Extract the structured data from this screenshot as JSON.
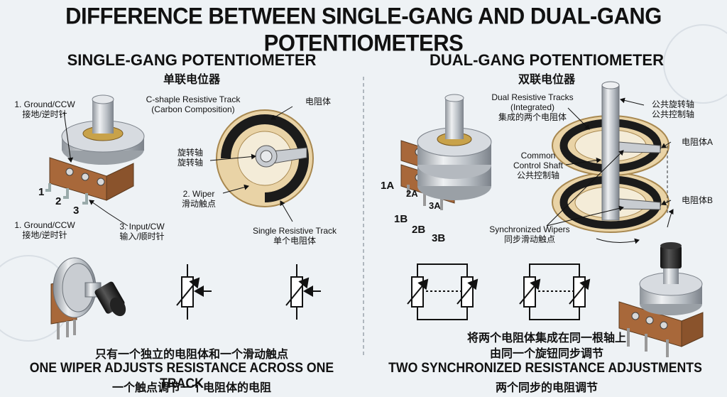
{
  "title": "DIFFERENCE BETWEEN SINGLE-GANG AND DUAL-GANG POTENTIOMETERS",
  "left": {
    "heading": "SINGLE-GANG POTENTIOMETER",
    "heading_zh": "单联电位器",
    "label_ground_top": "1. Ground/CCW",
    "label_ground_top_zh": "接地/逆时针",
    "label_ground_bottom": "1. Ground/CCW",
    "label_ground_bottom_zh": "接地/逆时针",
    "label_input": "3. Input/CW",
    "label_input_zh": "输入/顺时针",
    "pin_1": "1",
    "pin_2": "2",
    "pin_3": "3",
    "track_label": "C-shaple Resistive Track",
    "track_label_2": "(Carbon Composition)",
    "track_label_zh": "电阻体",
    "shaft_label_zh": "旋转轴",
    "shaft_label_zh_2": "旋转轴",
    "wiper_label": "2. Wiper",
    "wiper_label_zh": "滑动触点",
    "single_track": "Single Resistive Track",
    "single_track_zh": "单个电阻体",
    "caption_zh": "只有一个独立的电阻体和一个滑动触点",
    "caption_en": "ONE WIPER ADJUSTS RESISTANCE ACROSS ONE TRACK",
    "caption_en_zh": "一个触点调节一个电阻体的电阻"
  },
  "right": {
    "heading": "DUAL-GANG POTENTIOMETER",
    "heading_zh": "双联电位器",
    "pins": [
      "1A",
      "2A",
      "3A",
      "1B",
      "2B",
      "3B"
    ],
    "dual_tracks": "Dual Resistive Tracks",
    "dual_tracks_2": "(Integrated)",
    "dual_tracks_zh": "集成的两个电阻体",
    "shaft_zh_1": "公共旋转轴",
    "shaft_zh_2": "公共控制轴",
    "common_shaft": "Common",
    "common_shaft_2": "Control Shaft",
    "common_shaft_zh": "公共控制轴",
    "track_a_zh": "电阻体A",
    "track_b_zh": "电阻体B",
    "sync_wipers": "Synchronized Wipers",
    "sync_wipers_zh": "同步滑动触点",
    "caption_zh_1": "将两个电阻体集成在同一根轴上",
    "caption_zh_2": "由同一个旋钮同步调节",
    "caption_en": "TWO SYNCHRONIZED RESISTANCE ADJUSTMENTS",
    "caption_en_zh": "两个同步的电阻调节"
  },
  "colors": {
    "pcb": "#a8683a",
    "track": "#1b1b1b",
    "ring": "#e9d3a6",
    "metal": "#b9bec4"
  }
}
